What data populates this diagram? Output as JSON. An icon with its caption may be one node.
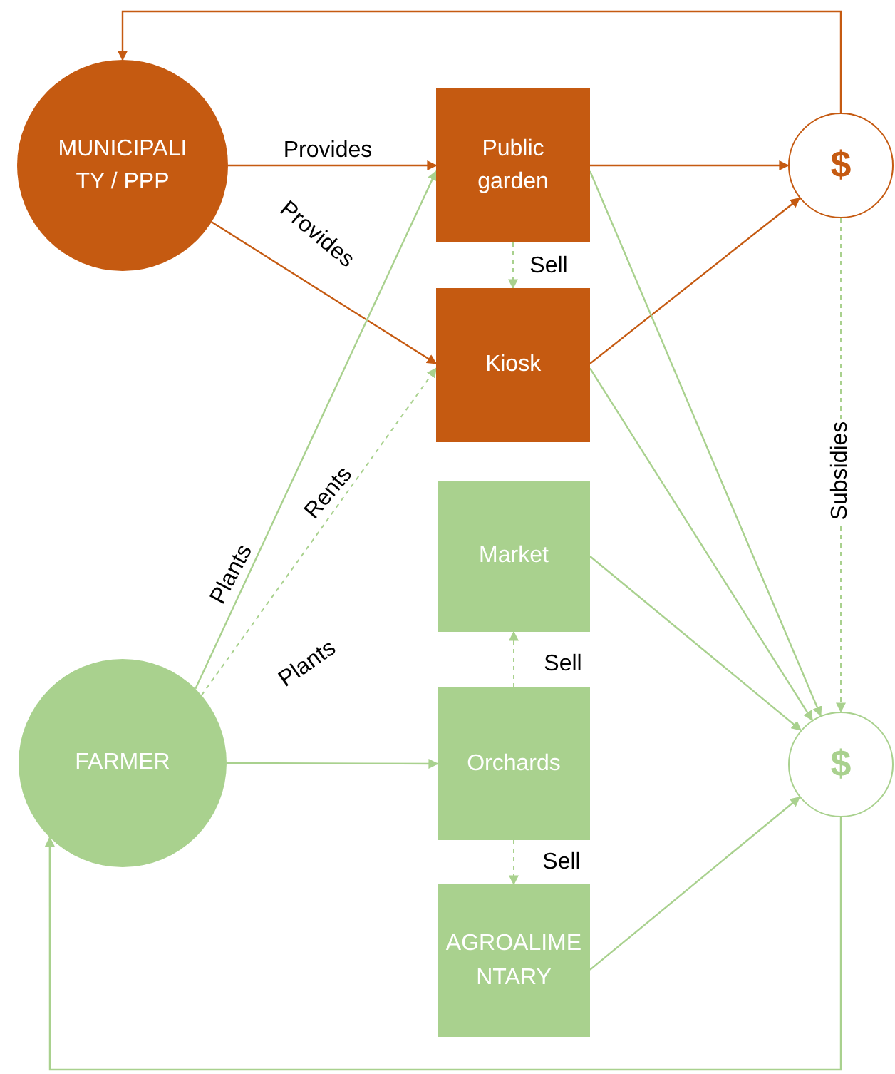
{
  "diagram": {
    "nodes": [
      {
        "text": [
          "MUNICIPALITY / PPP"
        ]
      },
      {
        "text": [
          "Public garden"
        ]
      },
      {
        "text": [
          "$"
        ]
      },
      {
        "text": [
          "Kiosk"
        ]
      },
      {
        "text": [
          "Market"
        ]
      },
      {
        "text": [
          "FARMER"
        ]
      },
      {
        "text": [
          "Orchards"
        ]
      },
      {
        "text": [
          "$"
        ]
      },
      {
        "text": [
          "AGROALIMENTARY"
        ]
      }
    ],
    "edges": [
      {
        "from": 0,
        "to": 1,
        "arrow": "to",
        "label": "Provides",
        "color": "#c55a11"
      },
      {
        "from": 0,
        "to": 3,
        "arrow": "to",
        "label": "Provides",
        "color": "#c55a11"
      },
      {
        "from": 1,
        "to": 2,
        "arrow": "to",
        "color": "#c55a11"
      },
      {
        "from": 3,
        "to": 2,
        "arrow": "to",
        "color": "#c55a11"
      },
      {
        "from": 2,
        "to": 0,
        "arrow": "to",
        "color": "#c55a11"
      },
      {
        "from": 1,
        "to": 3,
        "arrow": "to",
        "label": "Sell",
        "style": "dashed"
      },
      {
        "from": 5,
        "to": 1,
        "arrow": "to",
        "label": "Plants"
      },
      {
        "from": 5,
        "to": 3,
        "arrow": "to",
        "label": "Rents",
        "style": "dashed"
      },
      {
        "from": 5,
        "to": 6,
        "arrow": "to",
        "label": "Plants"
      },
      {
        "from": 6,
        "to": 4,
        "arrow": "to",
        "label": "Sell",
        "style": "dashed"
      },
      {
        "from": 6,
        "to": 8,
        "arrow": "to",
        "label": "Sell",
        "style": "dashed"
      },
      {
        "from": 1,
        "to": 7,
        "arrow": "to"
      },
      {
        "from": 3,
        "to": 7,
        "arrow": "to"
      },
      {
        "from": 4,
        "to": 7,
        "arrow": "to"
      },
      {
        "from": 8,
        "to": 7,
        "arrow": "to"
      },
      {
        "from": 2,
        "to": 7,
        "arrow": "to",
        "label": "Subsidies",
        "style": "dashed"
      },
      {
        "from": 7,
        "to": 5,
        "arrow": "to"
      }
    ]
  }
}
